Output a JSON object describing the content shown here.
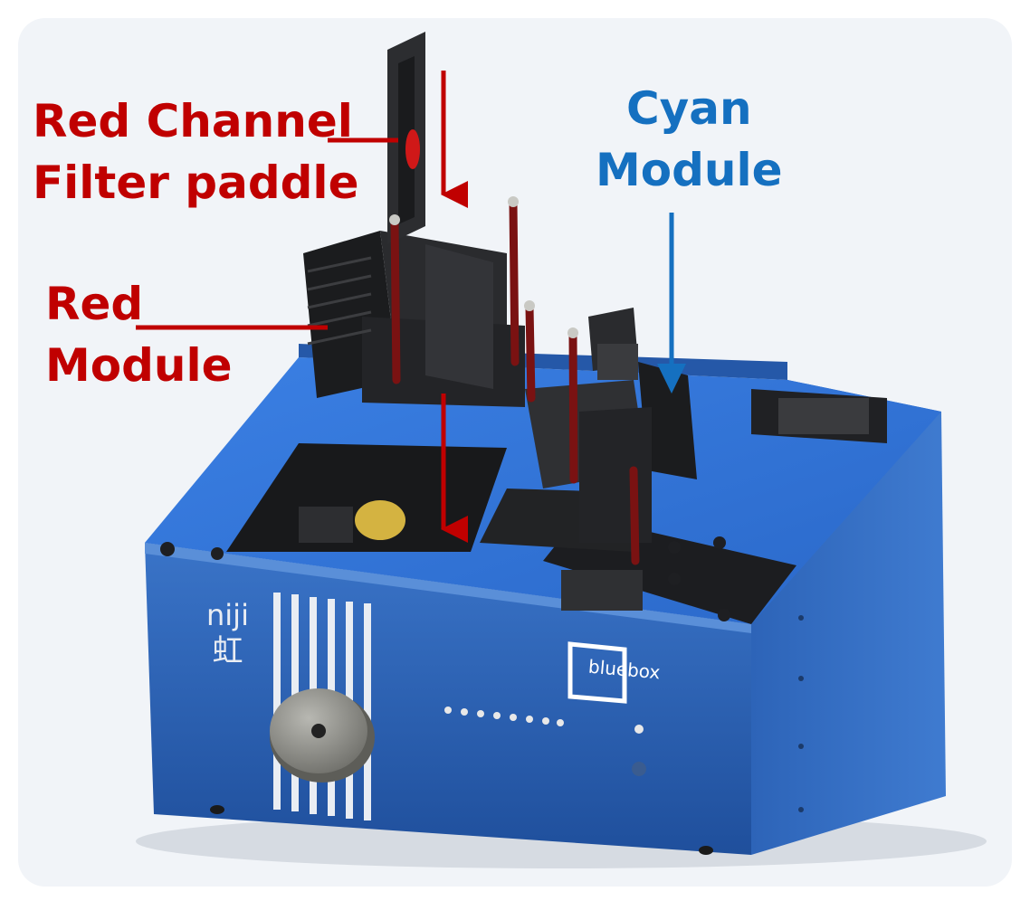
{
  "colors": {
    "red_label": "#c00000",
    "cyan_label": "#1570c0",
    "housing_blue": "#2a62b8",
    "floor_blue": "#2c70d6",
    "dark_part": "#222426",
    "rod_red": "#7a1212",
    "knob_grey": "#8a8a85"
  },
  "labels": {
    "red_filter_paddle": {
      "line1": "Red Channel",
      "line2": "Filter paddle"
    },
    "red_module": {
      "line1": "Red",
      "line2": "Module"
    },
    "cyan_module": {
      "line1": "Cyan",
      "line2": "Module"
    }
  },
  "device": {
    "brand_logo_latin": "niji",
    "brand_logo_kanji": "虹",
    "maker_logo": "bluebox"
  },
  "icons": [
    "arrow-down-icon",
    "leader-line"
  ]
}
